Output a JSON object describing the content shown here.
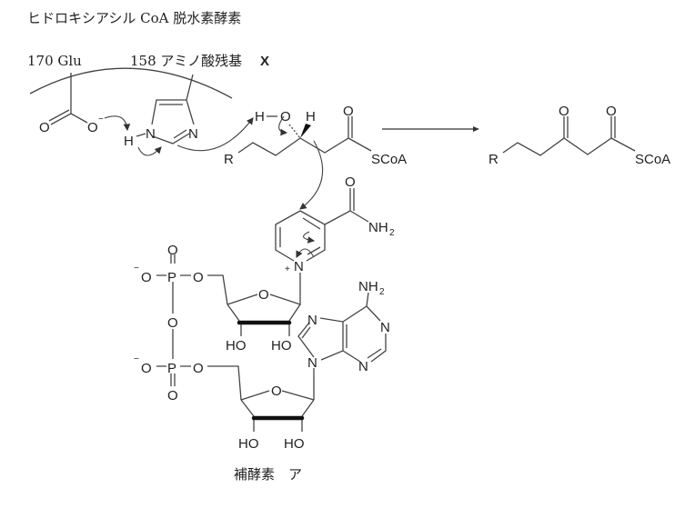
{
  "title": "ヒドロキシアシル CoA 脱水素酵素",
  "residues": {
    "glu": "170 Glu",
    "x": "158 アミノ酸残基",
    "x_letter": "X"
  },
  "atoms": {
    "O": "O",
    "Ominus": "O",
    "minus": "−",
    "H": "H",
    "N": "N",
    "R": "R",
    "SCoA": "SCoA",
    "NH2": "NH",
    "sub2": "2",
    "P": "P",
    "HO": "HO",
    "plus": "+"
  },
  "caption": "補酵素　ア"
}
